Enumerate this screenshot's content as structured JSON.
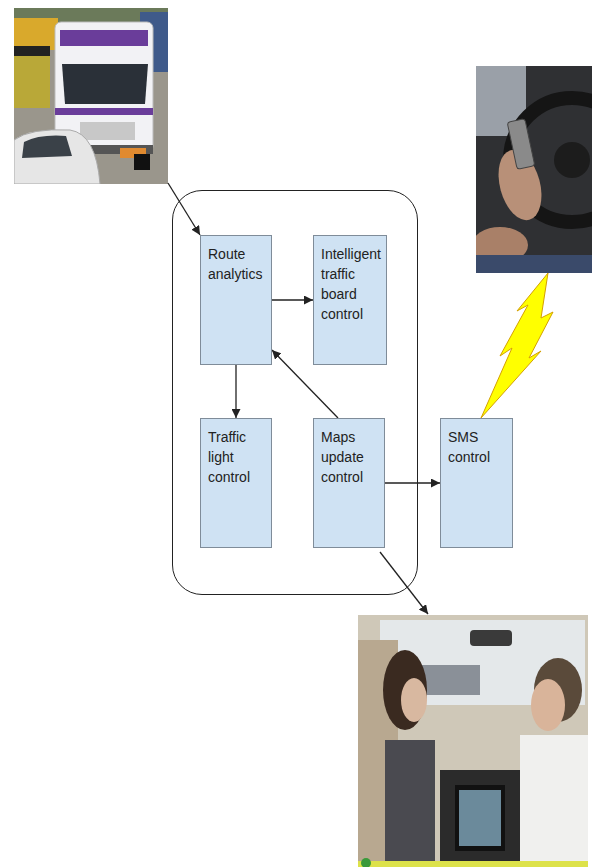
{
  "diagram": {
    "nodes": [
      {
        "text": [
          "Route analytics"
        ]
      },
      {
        "text": [
          "Intelligent traffic board control"
        ]
      },
      {
        "text": [
          "Traffic light control"
        ]
      },
      {
        "text": [
          "Maps update control"
        ]
      },
      {
        "text": [
          "SMS control"
        ]
      }
    ],
    "edges": [
      {
        "from": 0,
        "to": 1,
        "arrow": "to"
      },
      {
        "from": 0,
        "to": 2,
        "arrow": "to"
      },
      {
        "from": 3,
        "to": 0,
        "arrow": "to"
      },
      {
        "from": 3,
        "to": 4,
        "arrow": "to"
      }
    ]
  }
}
